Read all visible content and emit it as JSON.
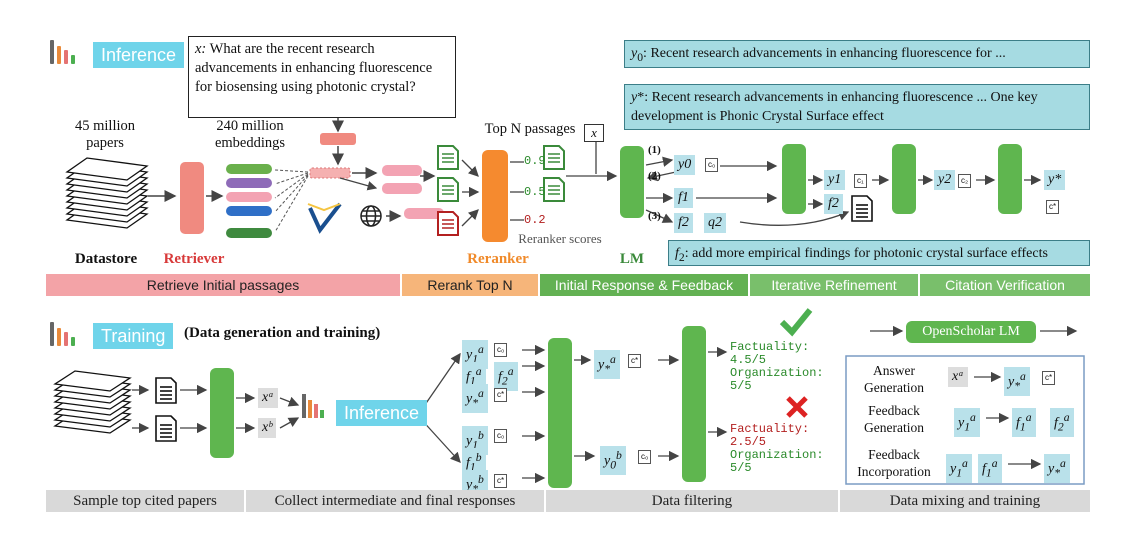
{
  "inference": {
    "label": "Inference",
    "query": "What are the recent research advancements in enhancing fluorescence for biosensing using photonic crystal?",
    "query_var": "x:",
    "datastore_papers": "45 million papers",
    "embeddings": "240 million embeddings",
    "top_n": "Top N passages",
    "x_tag": "x",
    "scores": [
      "0.9",
      "0.5",
      "0.2"
    ],
    "reranker_scores": "Reranker scores",
    "labels": {
      "datastore": "Datastore",
      "retriever": "Retriever",
      "reranker": "Reranker",
      "lm": "LM"
    },
    "y0_text": "Recent research advancements in enhancing fluorescence for ...",
    "ystar_text": "Recent research advancements in enhancing fluorescence ... One key development is Phonic Crystal Surface effect",
    "f2_text": "add more empirical findings for photonic crystal surface effects",
    "steps": [
      "(1)",
      "(2)",
      "(3)"
    ],
    "tags": {
      "y0": "y0",
      "f1": "f1",
      "f2": "f2",
      "q2": "q2",
      "y1": "y1",
      "y2": "y2",
      "ystar": "y*"
    },
    "cite": {
      "c0": "c₀",
      "c1": "c₁",
      "c2": "c₂",
      "cstar": "c*"
    }
  },
  "stages_top": [
    {
      "label": "Retrieve Initial passages",
      "color": "#f3a3a7"
    },
    {
      "label": "Rerank Top N",
      "color": "#f6b57a"
    },
    {
      "label": "Initial Response & Feedback",
      "color": "#63b153"
    },
    {
      "label": "Iterative Refinement",
      "color": "#79bf6b"
    },
    {
      "label": "Citation Verification",
      "color": "#79bf6b"
    }
  ],
  "training": {
    "label": "Training",
    "subtitle": "(Data generation and training)",
    "inference_label": "Inference",
    "xa": "xᵃ",
    "xb": "xᵇ",
    "good": {
      "factuality": "Factuality:",
      "fact_score": "4.5/5",
      "organization": "Organization:",
      "org_score": "5/5"
    },
    "bad": {
      "factuality": "Factuality:",
      "fact_score": "2.5/5",
      "organization": "Organization:",
      "org_score": "5/5"
    },
    "openscholar": "OpenScholar LM",
    "mix": {
      "answer": "Answer Generation",
      "feedback": "Feedback Generation",
      "incorporation": "Feedback Incorporation"
    }
  },
  "stages_bottom": [
    {
      "label": "Sample top cited papers",
      "color": "#d9d9d9"
    },
    {
      "label": "Collect intermediate and final responses",
      "color": "#d9d9d9"
    },
    {
      "label": "Data filtering",
      "color": "#d9d9d9"
    },
    {
      "label": "Data mixing and training",
      "color": "#d9d9d9"
    }
  ]
}
